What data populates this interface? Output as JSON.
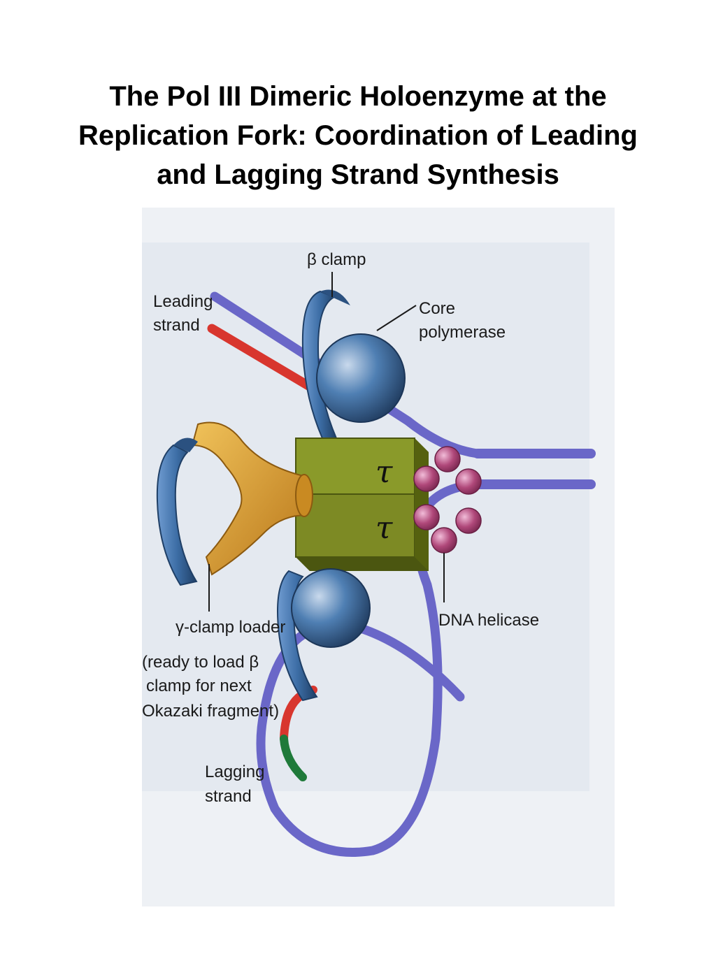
{
  "slide": {
    "title_lines": [
      "The Pol III  Dimeric Holoenzyme at the",
      "Replication Fork: Coordination of Leading",
      "and Lagging Strand Synthesis"
    ]
  },
  "figure": {
    "labels": {
      "beta_clamp": "β clamp",
      "leading_strand": [
        "Leading",
        "strand"
      ],
      "core_polymerase": [
        "Core",
        "polymerase"
      ],
      "tau_top": "τ",
      "tau_bottom": "τ",
      "gamma_clamp_loader": "γ-clamp loader",
      "clamp_loader_note": [
        "(ready to load β",
        "clamp for next",
        "Okazaki fragment)"
      ],
      "dna_helicase": "DNA helicase",
      "lagging_strand": [
        "Lagging",
        "strand"
      ]
    },
    "colors": {
      "template_strand": "#6a67c8",
      "new_strand_red": "#d8362e",
      "rna_primer_green": "#1f7a3a",
      "clamp_blue": "#3d6ea6",
      "tau_block": "#7d8a24",
      "clamp_loader": "#d39a2a",
      "helicase": "#b0487a",
      "panel_bg": "#e7ebf1"
    }
  }
}
